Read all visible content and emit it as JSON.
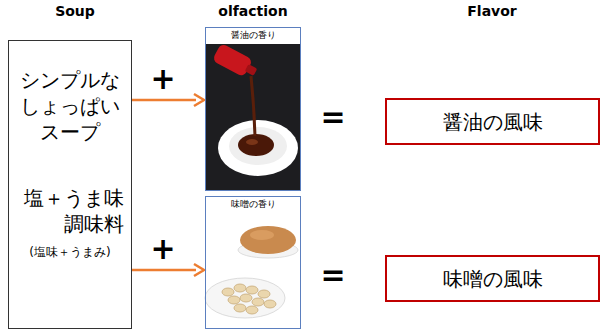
{
  "diagram": {
    "nodes": [
      {
        "text": [
          "シンプルな しょっぱい スープ",
          "塩＋うま味 調味料",
          "(塩味＋うまみ)"
        ]
      },
      {
        "text": [
          "醤油の香り"
        ]
      },
      {
        "text": [
          "味噌の香り"
        ]
      },
      {
        "text": [
          "醤油の風味"
        ]
      },
      {
        "text": [
          "味噌の風味"
        ]
      }
    ],
    "edges": [
      {
        "from": 0,
        "to": 1,
        "arrow": "to"
      },
      {
        "from": 0,
        "to": 2,
        "arrow": "to"
      }
    ],
    "labels": [
      "Soup",
      "olfaction",
      "Flavor",
      "+",
      "+",
      "=",
      "="
    ]
  }
}
